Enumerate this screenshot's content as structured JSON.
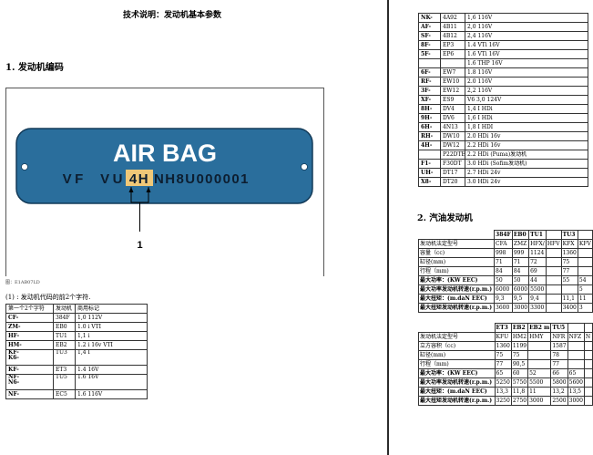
{
  "left": {
    "title": "技术说明：发动机基本参数",
    "section1": "1. 发动机编码",
    "plate": {
      "title": "AIR BAG",
      "prefix": "VF  VU",
      "highlight": "4H",
      "suffix": "NH8U000001",
      "callout": "1"
    },
    "figure_ref": "图：E1AB07LD",
    "note": "(1) : 发动机代码的前2个字符.",
    "code_table": {
      "header": [
        "第一个2个字符",
        "发动机",
        "商用标记"
      ],
      "rows": [
        [
          "CF-",
          "384F",
          "1,0 112V"
        ],
        [
          "ZM-",
          "EB0",
          "1.0 i VTI"
        ],
        [
          "HF-",
          "TU1",
          "1,1 i"
        ],
        [
          "HM-",
          "EB2",
          "1.2 i 16v VTI"
        ],
        [
          "KF-\nK6-",
          "TU3",
          "1,4 I"
        ],
        [
          "KF-",
          "ET3",
          "1.4 16V"
        ],
        [
          "NF-\nN6-",
          "TU5",
          "1.6 16V"
        ],
        [
          "NF-",
          "EC5",
          "1.6 116V"
        ]
      ]
    }
  },
  "right": {
    "table": {
      "rows": [
        [
          "NK-",
          "4A92",
          "1,6 116V"
        ],
        [
          "AF-",
          "4B11",
          "2,0 116V"
        ],
        [
          "SF-",
          "4B12",
          "2,4 116V"
        ],
        [
          "8F-",
          "EP3",
          "1.4 VTi 16V"
        ],
        [
          "5F-",
          "EP6",
          "1.6 VTi 16V"
        ],
        [
          "",
          "",
          "1.6 THP 16V"
        ],
        [
          "6F-",
          "EW7",
          "1.8 116V"
        ],
        [
          "RF-",
          "EW10",
          "2.0 116V"
        ],
        [
          "3F-",
          "EW12",
          "2,2 116V"
        ],
        [
          "XF-",
          "ES9",
          "V6 3,0 124V"
        ],
        [
          "8H-",
          "DV4",
          "1,4 I HDi"
        ],
        [
          "9H-",
          "DV6",
          "1,6 I HDi"
        ],
        [
          "6H-",
          "4N13",
          "1,8 I HDI"
        ],
        [
          "RH-",
          "DW10",
          "2.0 HDi 16v"
        ],
        [
          "4H-",
          "DW12",
          "2.2 HDi 16v"
        ],
        [
          "",
          "P22DTE",
          "2.2 HDi (Puma)发动机"
        ],
        [
          "F1-",
          "F30DT",
          "3.0 HDi (Sofim发动机)"
        ],
        [
          "UH-",
          "DT17",
          "2.7 HDi 24v"
        ],
        [
          "X8-",
          "DT20",
          "3.0 HDi 24v"
        ]
      ]
    },
    "section2": "2. 汽油发动机",
    "perf1": {
      "header": [
        "",
        "384F",
        "EB0",
        "TU1",
        "",
        "TU3",
        ""
      ],
      "rows": [
        [
          "发动机法定型号",
          "CFA",
          "ZMZ",
          "HFX/",
          "HFV",
          "KFX",
          "KFV"
        ],
        [
          "容量（cc)",
          "998",
          "999",
          "1124",
          "",
          "1360",
          ""
        ],
        [
          "缸径(mm)",
          "71",
          "71",
          "72",
          "",
          "75",
          ""
        ],
        [
          "行程（mm)",
          "84",
          "84",
          "69",
          "",
          "77",
          ""
        ],
        [
          "最大功率：(KW EEC)",
          "50",
          "50",
          "44",
          "",
          "55",
          "54"
        ],
        [
          "最大功率发动机转速(r.p.m.)",
          "6000",
          "6000",
          "5500",
          "",
          "",
          "5"
        ],
        [
          "最大扭矩：(m.daN EEC)",
          "9,3",
          "9,5",
          "9,4",
          "",
          "11,1",
          "11"
        ],
        [
          "最大扭矩发动机转速(r.p.m.)",
          "3600",
          "3000",
          "3300",
          "",
          "3400",
          "3"
        ]
      ]
    },
    "perf2": {
      "header": [
        "",
        "ET3",
        "EB2",
        "EB2 m",
        "TU5",
        "",
        ""
      ],
      "rows": [
        [
          "发动机法定型号",
          "KFU",
          "HM2",
          "HMY",
          "NFR",
          "NFZ",
          "N"
        ],
        [
          "立方容积（cc)",
          "1360",
          "1199",
          "",
          "1587",
          "",
          ""
        ],
        [
          "缸径(mm)",
          "75",
          "75",
          "",
          "78",
          "",
          ""
        ],
        [
          "行程（mm)",
          "77",
          "90,5",
          "",
          "77",
          "",
          ""
        ],
        [
          "最大功率：(KW EEC)",
          "65",
          "60",
          "52",
          "66",
          "65",
          ""
        ],
        [
          "最大功率发动机转速(r.p.m.)",
          "5250",
          "5750",
          "5500",
          "5800",
          "5600",
          ""
        ],
        [
          "最大扭矩：(m.daN EEC)",
          "13,3",
          "11,8",
          "11",
          "13,2",
          "13,5",
          ""
        ],
        [
          "最大扭矩发动机转速(r.p.m.)",
          "3250",
          "2750",
          "3000",
          "2500",
          "3000",
          ""
        ]
      ]
    }
  },
  "colors": {
    "plate_blue": "#2a6e9c",
    "highlight": "#f0c878",
    "plate_text": "#ffffff",
    "serial_text": "#0d1e30"
  }
}
